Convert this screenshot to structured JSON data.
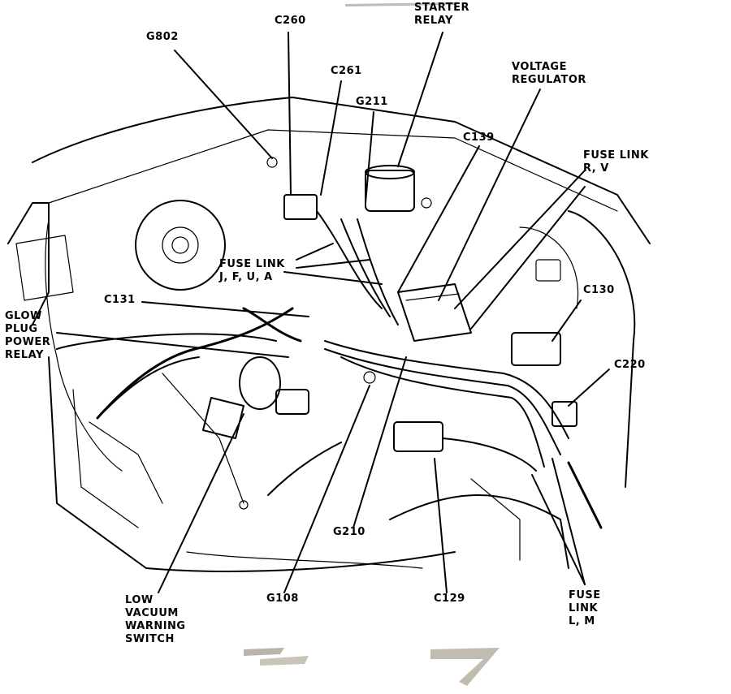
{
  "labels": {
    "starter_relay": [
      "STARTER",
      "RELAY"
    ],
    "c260": "C260",
    "g802": "G802",
    "c261": "C261",
    "g211": "G211",
    "voltage_regulator": [
      "VOLTAGE",
      "REGULATOR"
    ],
    "c139": "C139",
    "fuse_link_rv": [
      "FUSE LINK",
      "R, V"
    ],
    "fuse_link_jfua": [
      "FUSE LINK",
      "J, F, U, A"
    ],
    "c131": "C131",
    "c130": "C130",
    "glow_plug_power_relay": [
      "GLOW",
      "PLUG",
      "POWER",
      "RELAY"
    ],
    "c220": "C220",
    "g210": "G210",
    "low_vacuum_warning_switch": [
      "LOW",
      "VACUUM",
      "WARNING",
      "SWITCH"
    ],
    "g108": "G108",
    "c129": "C129",
    "fuse_link_lm": [
      "FUSE",
      "LINK",
      "L, M"
    ]
  }
}
